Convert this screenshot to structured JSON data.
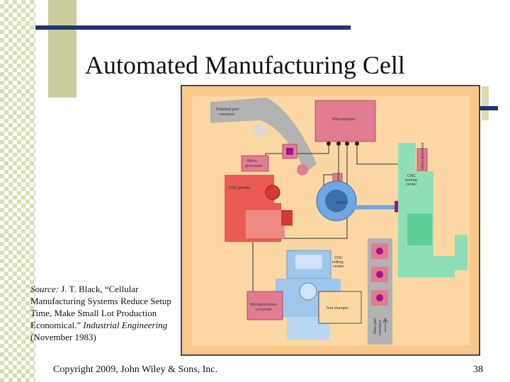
{
  "slide": {
    "title": "Automated Manufacturing Cell",
    "source_label": "Source:",
    "source_text_1": " J. T. Black, “Cellular Manufacturing Systems Reduce Setup Time, Make Small Lot Production Economical.” ",
    "source_journal": "Industrial Engineering",
    "source_text_2": " (November 1983)",
    "footer": "Copyright 2009, John Wiley & Sons, Inc.",
    "page_number": "38"
  },
  "figure": {
    "labels": {
      "finished_part": "Finished-part",
      "conveyor": "conveyor",
      "minicomputer": "Minicomputer",
      "micro_processor_left_1": "Micro",
      "micro_processor_left_2": "processor",
      "cnc_grinder": "CNC grinder",
      "micro_proc_vert": "Micro proc.",
      "robot": "Robot",
      "micro_processor_right": "Micro processor",
      "cnc_turning_1": "CNC",
      "cnc_turning_2": "turning",
      "cnc_turning_3": "center",
      "cnc_milling_1": "CNC",
      "cnc_milling_2": "milling",
      "cnc_milling_3": "center",
      "microprocessor_computer_1": "Microprocessor",
      "microprocessor_computer_2": "computer",
      "tool_changer": "Tool changer",
      "raw_part": "Raw-part",
      "raw_conveyor": "conveyor"
    },
    "colors": {
      "background": "#f9c98b",
      "machine_pink": "#e27c90",
      "grinder_red": "#ea5a52",
      "conveyor_gray": "#b2b2b2",
      "turning_green": "#8fdfb6",
      "milling_blue": "#9fc6ec",
      "robot_blue": "#6fa7e2",
      "line_dark": "#333333",
      "part_purple": "#a0148c"
    }
  }
}
